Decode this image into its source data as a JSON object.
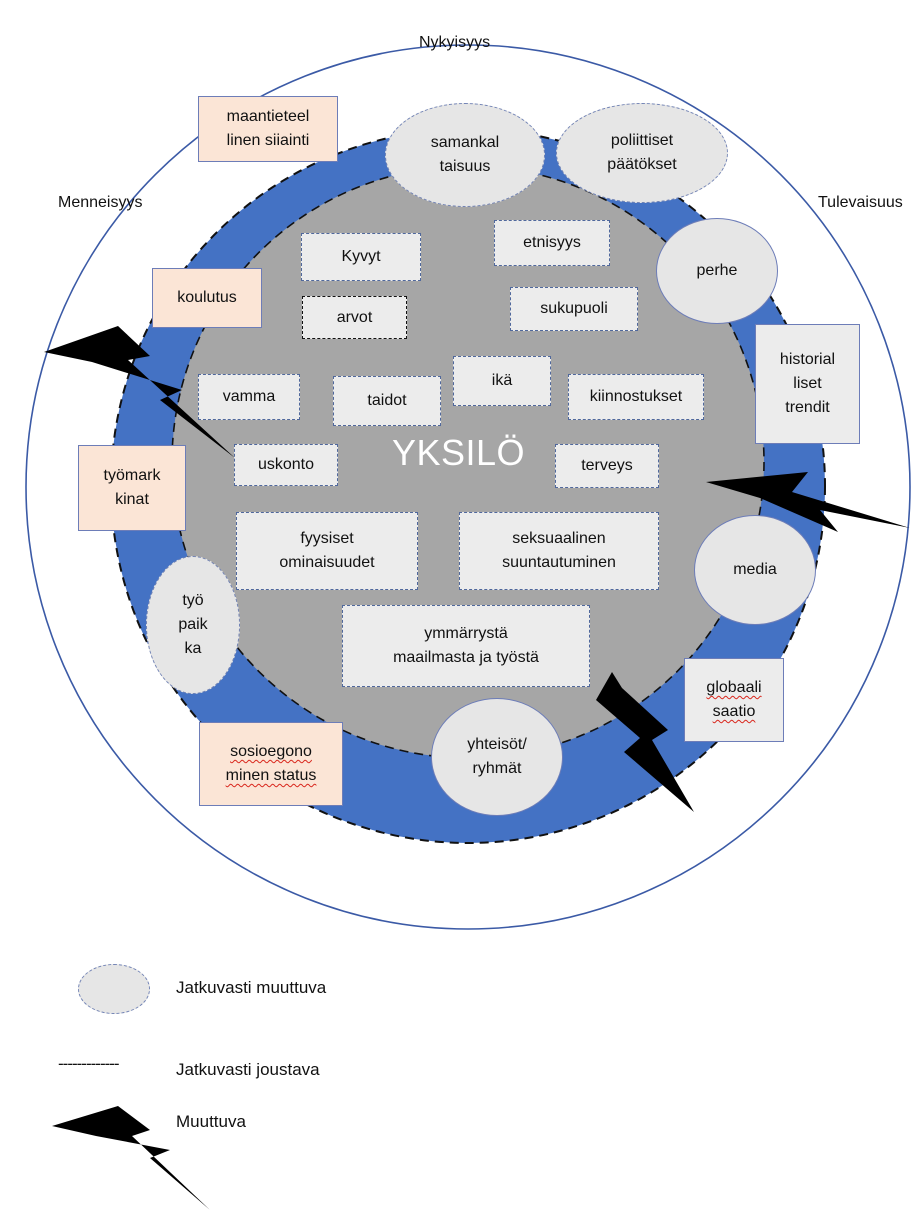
{
  "time_labels": {
    "present": "Nykyisyys",
    "past": "Menneisyys",
    "future": "Tulevaisuus"
  },
  "center_label": "YKSILÖ",
  "inner_factors": [
    "Kyvyt",
    "arvot",
    "etnisyys",
    "sukupuoli",
    "vamma",
    "taidot",
    "ikä",
    "kiinnostukset",
    "uskonto",
    "terveys",
    "fyysiset\nominaisuudet",
    "seksuaalinen\nsuuntautuminen",
    "ymmärrystä\nmaailmasta ja työstä"
  ],
  "outer_factors": {
    "geographic": "maantieteel\nlinen siiainti",
    "education": "koulutus",
    "labor_market": "työmark\nkinat",
    "socioeconomic": [
      "sosioegono",
      "minen status"
    ],
    "historical_trends": "historial\nliset\ntrendit",
    "global": [
      "globaali",
      "saatio"
    ]
  },
  "changing_factors": {
    "solidarity": "samankal\ntaisuus",
    "political": "poliittiset\npäätökset",
    "family": "perhe",
    "media": "media",
    "workplace": "työ\npaik\nka",
    "communities": "yhteisöt/\nryhmät"
  },
  "legend": {
    "oval_label": "Jatkuvasti muuttuva",
    "dashed_symbol": "-------------",
    "dashed_label": "Jatkuvasti joustava",
    "bolt_label": "Muuttuva"
  },
  "colors": {
    "ring_blue": "#4472c4",
    "core_grey": "#a6a6a6",
    "box_peach": "#fbe5d6",
    "box_grey": "#ececec",
    "bolt": "#000000"
  }
}
